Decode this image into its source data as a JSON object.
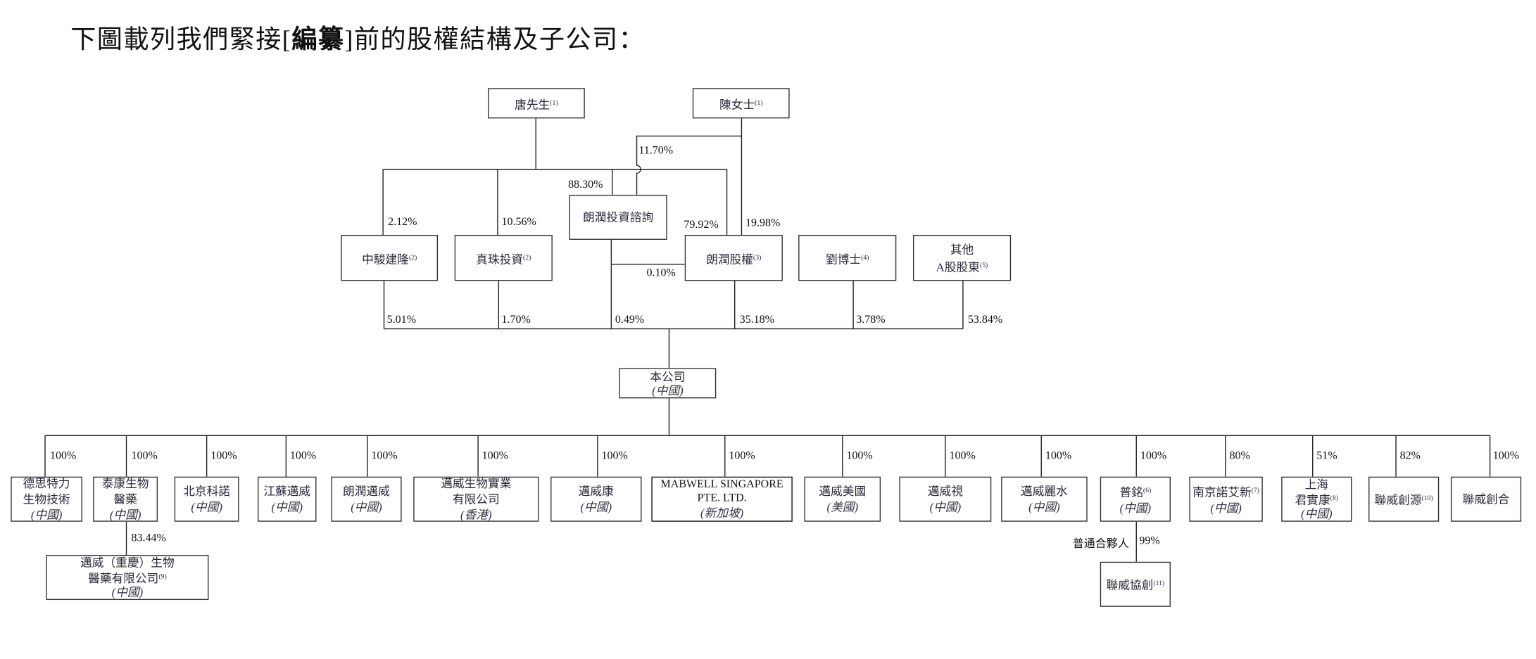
{
  "title": {
    "prefix": "下圖載列我們緊接[",
    "bold": "編纂",
    "suffix": "]前的股權結構及子公司："
  },
  "shareholders": {
    "tang": {
      "name": "唐先生",
      "note": "(1)"
    },
    "chen": {
      "name": "陳女士",
      "note": "(1)"
    },
    "langrun_consult": {
      "name": "朗潤投資諮詢"
    },
    "zhongjun": {
      "name": "中駿建隆",
      "note": "(2)"
    },
    "zhenzhu": {
      "name": "真珠投資",
      "note": "(2)"
    },
    "langrun_equity": {
      "name": "朗潤股權",
      "note": "(3)"
    },
    "liu": {
      "name": "劉博士",
      "note": "(4)"
    },
    "others": {
      "line1": "其他",
      "line2": "A股股東",
      "note": "(5)"
    }
  },
  "stakes": {
    "chen_to_consult": "11.70%",
    "tang_to_consult": "88.30%",
    "tang_to_zhongjun": "2.12%",
    "tang_to_zhenzhu": "10.56%",
    "tang_to_equity": "79.92%",
    "chen_to_equity": "19.98%",
    "consult_to_equity": "0.10%",
    "zhongjun_to_company": "5.01%",
    "zhenzhu_to_company": "1.70%",
    "consult_to_company": "0.49%",
    "equity_to_company": "35.18%",
    "liu_to_company": "3.78%",
    "others_to_company": "53.84%"
  },
  "company": {
    "name": "本公司",
    "country": "(中國)"
  },
  "subsidiaries": [
    {
      "line1": "德思特力",
      "line2": "生物技術",
      "country": "(中國)",
      "stake": "100%"
    },
    {
      "line1": "泰康生物",
      "line2": "醫藥",
      "country": "(中國)",
      "stake": "100%"
    },
    {
      "line1": "北京科諾",
      "country": "(中國)",
      "stake": "100%"
    },
    {
      "line1": "江蘇邁威",
      "country": "(中國)",
      "stake": "100%"
    },
    {
      "line1": "朗潤邁威",
      "country": "(中國)",
      "stake": "100%"
    },
    {
      "line1": "邁威生物實業",
      "line2": "有限公司",
      "country": "(香港)",
      "stake": "100%"
    },
    {
      "line1": "邁威康",
      "country": "(中國)",
      "stake": "100%"
    },
    {
      "line1": "MABWELL SINGAPORE",
      "line2": "PTE. LTD.",
      "country": "(新加坡)",
      "stake": "100%"
    },
    {
      "line1": "邁威美國",
      "country": "(美國)",
      "stake": "100%"
    },
    {
      "line1": "邁威視",
      "country": "(中國)",
      "stake": "100%"
    },
    {
      "line1": "邁威麗水",
      "country": "(中國)",
      "stake": "100%"
    },
    {
      "line1": "普銘",
      "note": "(6)",
      "country": "(中國)",
      "stake": "100%"
    },
    {
      "line1": "南京諾艾新",
      "note": "(7)",
      "country": "(中國)",
      "stake": "80%"
    },
    {
      "line1": "上海",
      "line2": "君實康",
      "note": "(8)",
      "country": "(中國)",
      "stake": "51%"
    },
    {
      "line1": "聯威創源",
      "note": "(10)",
      "stake": "82%"
    },
    {
      "line1": "聯威創合",
      "stake": "100%"
    }
  ],
  "second_tier": {
    "chongqing": {
      "line1": "邁威（重慶）生物",
      "line2": "醫藥有限公司",
      "note": "(9)",
      "country": "(中國)",
      "stake": "83.44%"
    },
    "xiechuang": {
      "name": "聯威協創",
      "note": "(11)",
      "role": "普通合夥人",
      "stake": "99%"
    }
  }
}
